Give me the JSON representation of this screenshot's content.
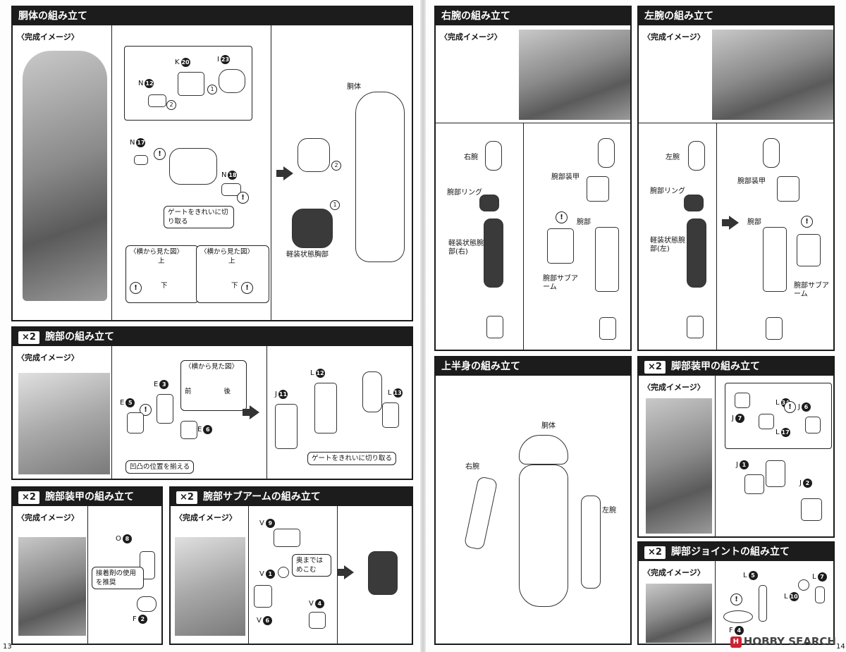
{
  "common": {
    "completion_image": "〈完成イメージ〉",
    "x2": "×2"
  },
  "torso": {
    "title": "胴体の組み立て",
    "parts": {
      "n12": "N",
      "n12_num": "12",
      "k20": "K",
      "k20_num": "20",
      "i23": "I",
      "i23_num": "23",
      "n17": "N",
      "n17_num": "17",
      "n18": "N",
      "n18_num": "18"
    },
    "steps": {
      "s1": "1",
      "s2": "2"
    },
    "gate_note": "ゲートをきれいに切り取る",
    "side_view": "〈横から見た図〉",
    "up": "上",
    "down": "下",
    "body_label": "胴体",
    "light_chest": "軽装状態胸部"
  },
  "forearm": {
    "title": "腕部の組み立て",
    "parts": {
      "e3": "E",
      "e3_num": "3",
      "e5": "E",
      "e5_num": "5",
      "e6": "E",
      "e6_num": "6",
      "j11": "J",
      "j11_num": "11",
      "l12": "L",
      "l12_num": "12",
      "l13": "L",
      "l13_num": "13"
    },
    "side_view": "〈横から見た図〉",
    "front": "前",
    "back": "後",
    "align_note": "凹凸の位置を揃える",
    "gate_note": "ゲートをきれいに切り取る"
  },
  "arm_armor": {
    "title": "腕部装甲の組み立て",
    "parts": {
      "o8": "O",
      "o8_num": "8",
      "f2": "F",
      "f2_num": "2"
    },
    "glue_note": "接着剤の使用を推奨"
  },
  "sub_arm": {
    "title": "腕部サブアームの組み立て",
    "parts": {
      "v9": "V",
      "v9_num": "9",
      "v1": "V",
      "v1_num": "1",
      "v4": "V",
      "v4_num": "4",
      "v6": "V",
      "v6_num": "6"
    },
    "push_note": "奥まではめこむ"
  },
  "right_arm": {
    "title": "右腕の組み立て",
    "labels": {
      "right_arm": "右腕",
      "ring": "腕部リング",
      "light_arm": "軽装状態腕部(右)",
      "armor": "腕部装甲",
      "arm": "腕部",
      "sub_arm": "腕部サブアーム"
    }
  },
  "left_arm": {
    "title": "左腕の組み立て",
    "labels": {
      "left_arm": "左腕",
      "ring": "腕部リング",
      "light_arm": "軽装状態腕部(左)",
      "armor": "腕部装甲",
      "arm": "腕部",
      "sub_arm": "腕部サブアーム"
    }
  },
  "upper_body": {
    "title": "上半身の組み立て",
    "labels": {
      "body": "胴体",
      "right_arm": "右腕",
      "left_arm": "左腕"
    }
  },
  "leg_armor": {
    "title": "脚部装甲の組み立て",
    "parts": {
      "j7": "J",
      "j7_num": "7",
      "l34": "L",
      "l34_num": "34",
      "j6": "J",
      "j6_num": "6",
      "l17": "L",
      "l17_num": "17",
      "j1": "J",
      "j1_num": "1",
      "j2": "J",
      "j2_num": "2"
    }
  },
  "leg_joint": {
    "title": "脚部ジョイントの組み立て",
    "parts": {
      "l5": "L",
      "l5_num": "5",
      "l7": "L",
      "l7_num": "7",
      "l10": "L",
      "l10_num": "10",
      "f4": "F",
      "f4_num": "4"
    }
  },
  "page_numbers": {
    "left": "13",
    "right": "14"
  },
  "watermark": "HOBBY SEARCH"
}
